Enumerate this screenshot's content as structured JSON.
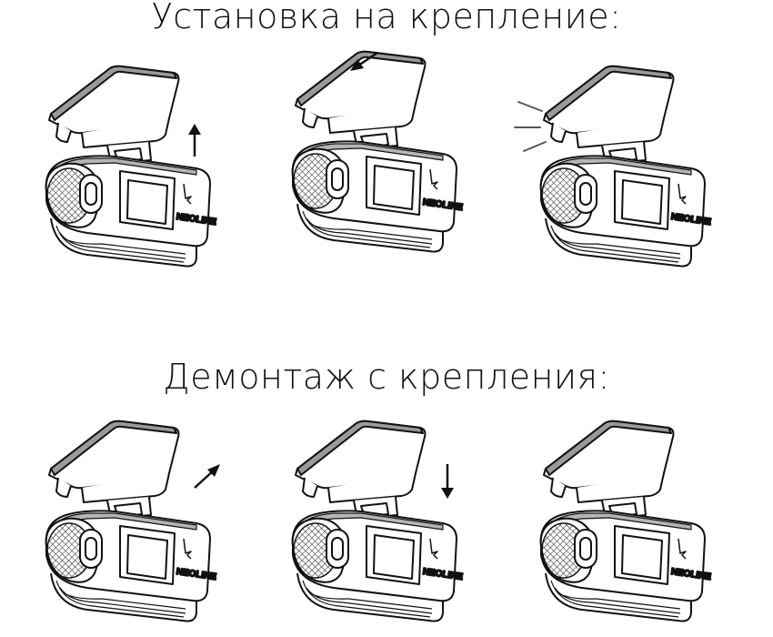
{
  "sections": [
    {
      "title": "Установка на крепление:",
      "steps": [
        {
          "indicator": "arrow-up-icon"
        },
        {
          "indicator": "arrow-left-icon"
        },
        {
          "indicator": "click-sound-icon"
        }
      ]
    },
    {
      "title": "Демонтаж с крепления:",
      "steps": [
        {
          "indicator": "arrow-up-right-icon"
        },
        {
          "indicator": "arrow-down-icon"
        },
        {
          "indicator": "none"
        }
      ]
    }
  ],
  "brand_text": "NEOLINE"
}
